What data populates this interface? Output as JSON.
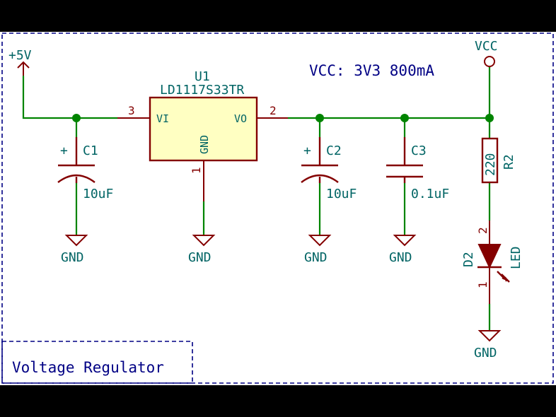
{
  "note": "VCC: 3V3 800mA",
  "sheet_title": "Voltage Regulator",
  "power": {
    "input": "+5V",
    "vcc": "VCC",
    "gnd": "GND"
  },
  "u1": {
    "ref": "U1",
    "value": "LD1117S33TR",
    "pin_vi_name": "VI",
    "pin_vo_name": "VO",
    "pin_gnd_name": "GND",
    "pin_vi_num": "3",
    "pin_vo_num": "2",
    "pin_gnd_num": "1"
  },
  "c1": {
    "ref": "C1",
    "value": "10uF",
    "polarity": "+"
  },
  "c2": {
    "ref": "C2",
    "value": "10uF",
    "polarity": "+"
  },
  "c3": {
    "ref": "C3",
    "value": "0.1uF"
  },
  "r2": {
    "ref": "R2",
    "value": "220"
  },
  "d2": {
    "ref": "D2",
    "value": "LED",
    "pin_anode": "2",
    "pin_cathode": "1"
  },
  "colors": {
    "wire": "#008400",
    "component": "#840000",
    "label": "#006464",
    "border": "#000084",
    "body_fill": "#ffffc2"
  }
}
